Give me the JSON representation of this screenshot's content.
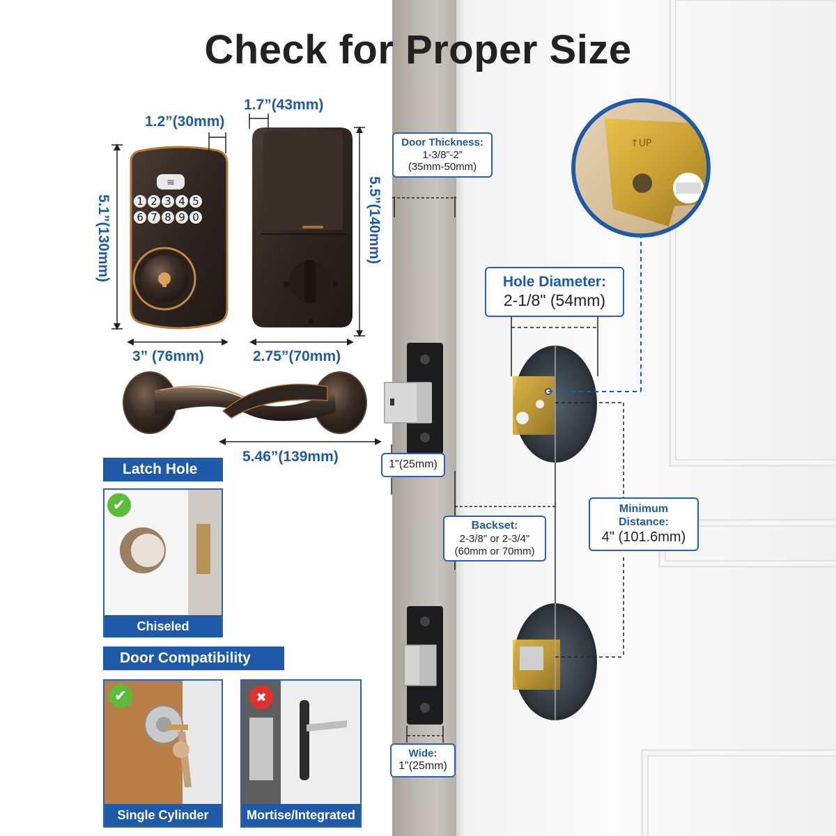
{
  "title": "Check for Proper Size",
  "dimensions": {
    "keypad_side_depth": "1.2”(30mm)",
    "keypad_height": "5.1”(130mm)",
    "keypad_width": "3” (76mm)",
    "interior_depth": "1.7”(43mm)",
    "interior_height": "5.5”(140mm)",
    "interior_width": "2.75”(70mm)",
    "handle_length": "5.46”(139mm)"
  },
  "callouts": {
    "door_thickness": {
      "heading": "Door Thickness:",
      "value": "1-3/8”-2”",
      "metric": "(35mm-50mm)"
    },
    "hole_diameter": {
      "heading": "Hole Diameter:",
      "value": "2-1/8\" (54mm)"
    },
    "latch_face": {
      "value": "1\"(25mm)"
    },
    "backset": {
      "heading": "Backset:",
      "value": "2-3/8\" or 2-3/4\"",
      "metric": "(60mm or 70mm)"
    },
    "minimum_distance": {
      "heading_1": "Minimum",
      "heading_2": "Distance:",
      "value": "4\" (101.6mm)"
    },
    "wide": {
      "heading": "Wide:",
      "value": "1\"(25mm)"
    }
  },
  "latch_hole": {
    "header": "Latch Hole",
    "caption": "Chiseled",
    "status": "✔"
  },
  "door_compatibility": {
    "header": "Door Compatibility",
    "items": [
      {
        "caption": "Single Cylinder",
        "status": "✔"
      },
      {
        "caption": "Mortise/Integrated",
        "status": "✖"
      }
    ]
  },
  "colors": {
    "accent": "#1f5aa8",
    "text_blue": "#1e5aa6",
    "bronze": "#3a2f2a",
    "check_green": "#5dbb3c",
    "cross_red": "#e0312f"
  },
  "icons": {
    "check": "check-circle-icon",
    "cross": "cross-circle-icon",
    "keypad": "keypad-icon",
    "keyhole": "keyhole-icon"
  },
  "keypad": {
    "keys": [
      "1",
      "2",
      "3",
      "4",
      "5",
      "6",
      "7",
      "8",
      "9",
      "0"
    ],
    "top_button": "≡"
  }
}
